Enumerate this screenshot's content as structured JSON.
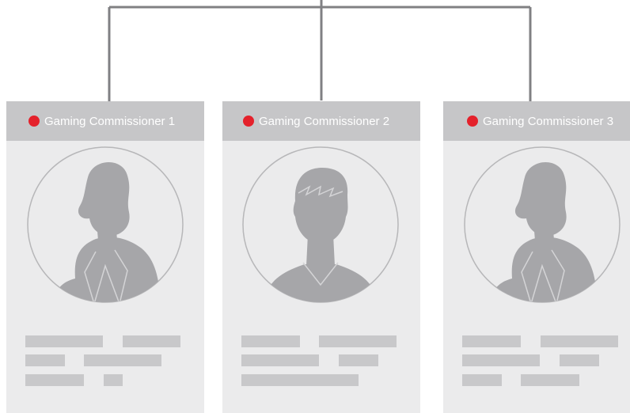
{
  "colors": {
    "connector": "#808083",
    "card_background": "#ebebec",
    "header_background": "#c6c6c8",
    "status_dot": "#e4212b",
    "silhouette": "#a6a6a9",
    "placeholder_bar": "#c8c8ca"
  },
  "cards": [
    {
      "title": "Gaming Commissioner 1",
      "avatar": "female-silhouette-icon",
      "status": "red-dot-icon"
    },
    {
      "title": "Gaming Commissioner 2",
      "avatar": "male-silhouette-icon",
      "status": "red-dot-icon"
    },
    {
      "title": "Gaming Commissioner 3",
      "avatar": "female-silhouette-icon",
      "status": "red-dot-icon"
    }
  ]
}
